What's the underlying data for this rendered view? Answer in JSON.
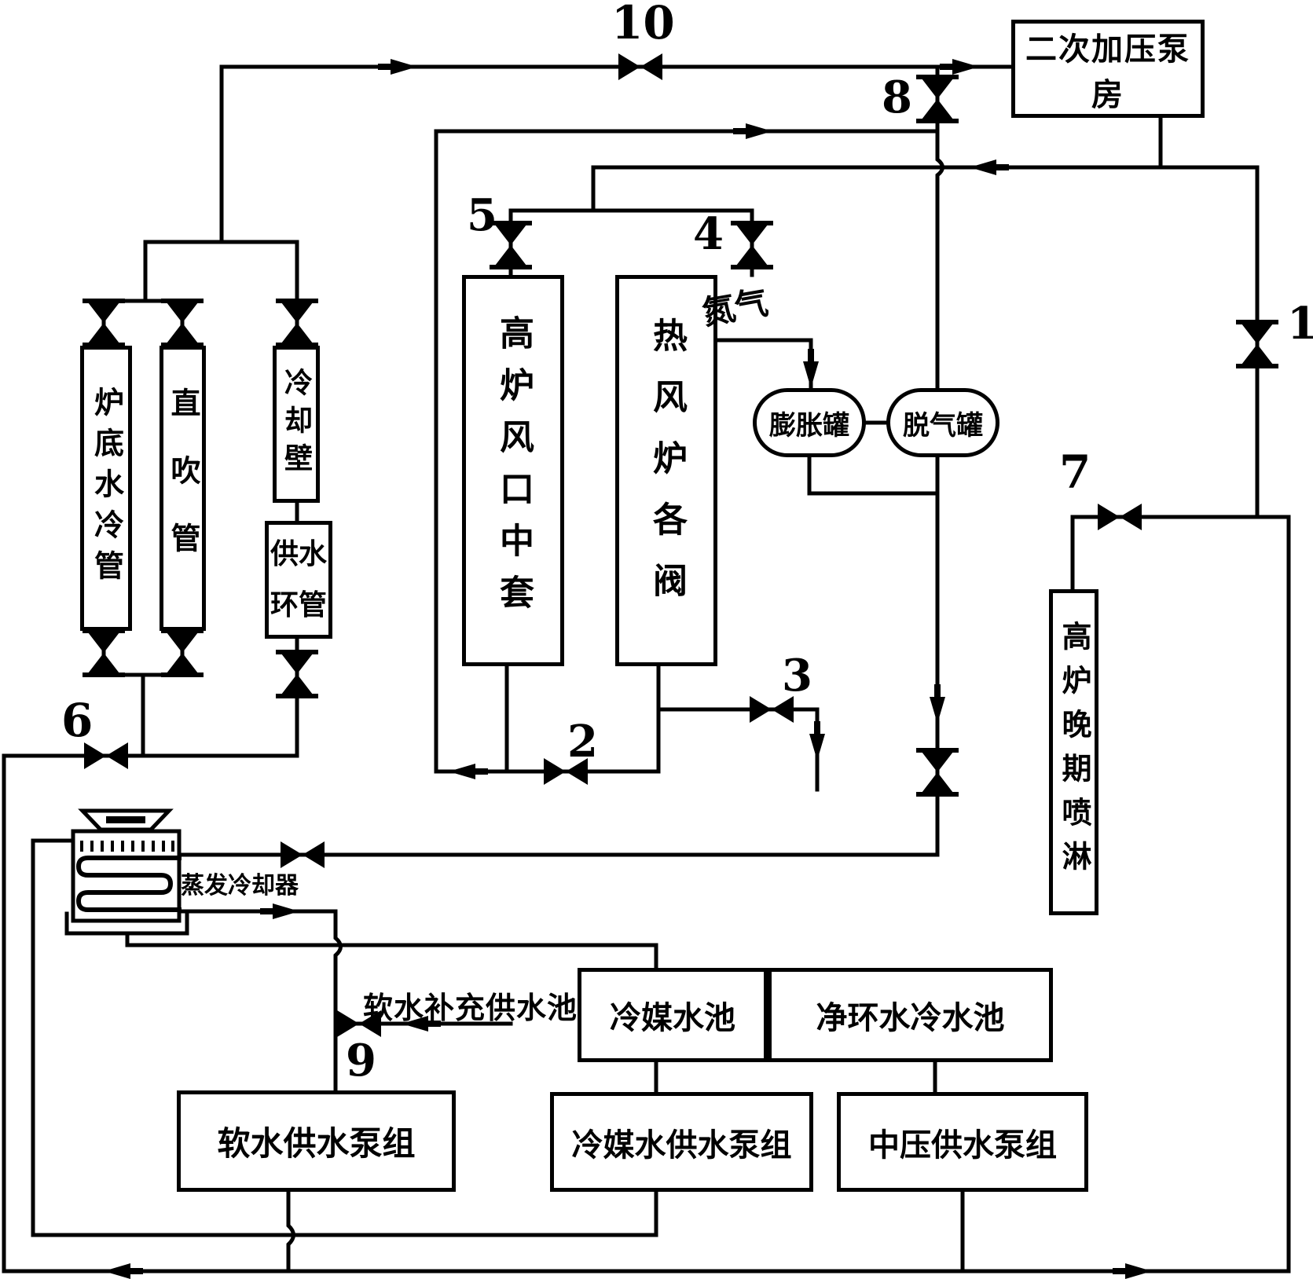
{
  "colors": {
    "line": "#000000",
    "background": "#ffffff"
  },
  "valve_numbers": {
    "n1": "1",
    "n2": "2",
    "n3": "3",
    "n4": "4",
    "n5": "5",
    "n6": "6",
    "n7": "7",
    "n8": "8",
    "n9": "9",
    "n10": "10"
  },
  "equipment": {
    "pump_house": "二次加压泵房",
    "furnace_bottom_cooling_pipe": "炉底水冷管",
    "direct_blow_pipe": "直吹管",
    "cooling_stave": "冷却壁",
    "water_supply_ring_pipe": "供水环管",
    "bf_tuyere_middle_sleeve": "高炉风口中套",
    "hot_blast_stove_valves": "热风炉各阀",
    "expansion_tank": "膨胀罐",
    "degassing_tank": "脱气罐",
    "bf_late_stage_spray": "高炉晚期喷淋",
    "evaporative_cooler": "蒸发冷却器",
    "refrigerant_water_pool": "冷媒水池",
    "clean_circulating_cold_water_pool": "净环水冷水池",
    "soft_water_supply_pump_group": "软水供水泵组",
    "refrigerant_water_supply_pump_group": "冷媒水供水泵组",
    "medium_pressure_supply_pump_group": "中压供水泵组"
  },
  "annotations": {
    "nitrogen": "氮气",
    "soft_water_makeup_pool": "软水补充供水池"
  }
}
